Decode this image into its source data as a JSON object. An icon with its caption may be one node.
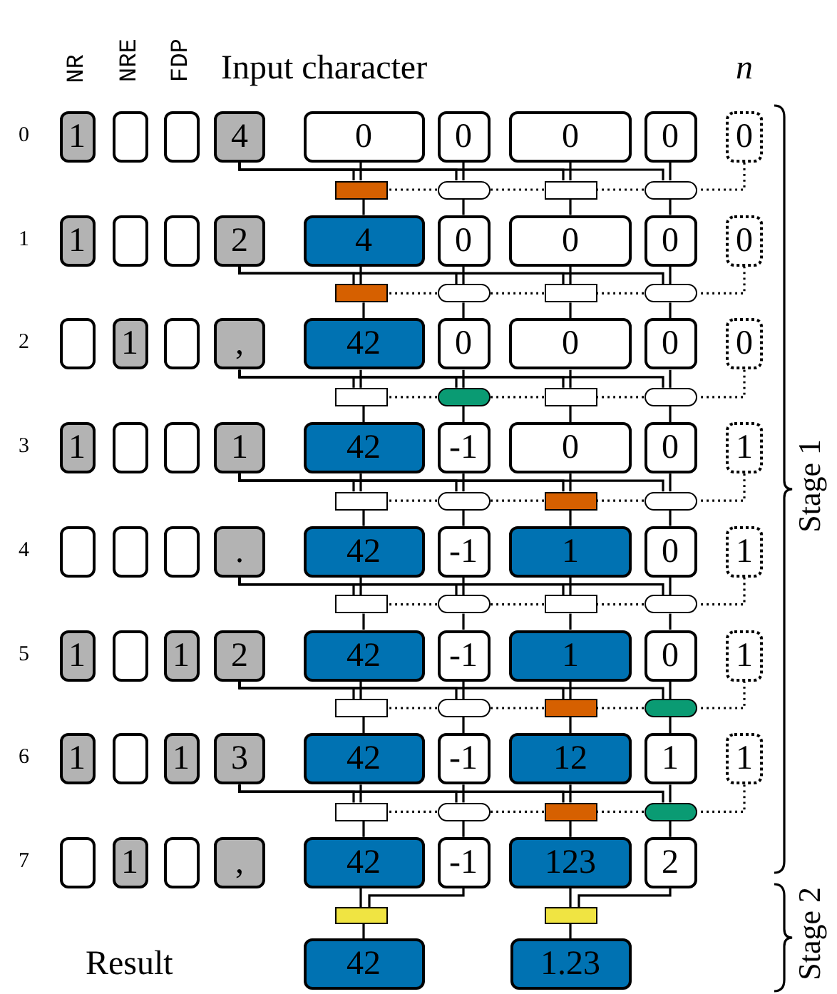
{
  "diagram": {
    "nodes": [
      {
        "text": [
          "1"
        ]
      },
      {
        "text": [],
        "shape": "box"
      },
      {
        "text": [],
        "shape": "box"
      },
      {
        "text": [
          "4"
        ]
      },
      {
        "text": [
          "0"
        ]
      },
      {
        "text": [
          "0"
        ]
      },
      {
        "text": [
          "0"
        ]
      },
      {
        "text": [
          "0"
        ]
      },
      {
        "text": [
          "0"
        ]
      },
      {
        "text": [],
        "shape": "box"
      },
      {
        "text": [],
        "shape": "pill"
      },
      {
        "text": [],
        "shape": "box"
      },
      {
        "text": [],
        "shape": "pill"
      },
      {
        "text": [
          "1"
        ]
      },
      {
        "text": [],
        "shape": "box"
      },
      {
        "text": [],
        "shape": "box"
      },
      {
        "text": [
          "2"
        ]
      },
      {
        "text": [
          "4"
        ]
      },
      {
        "text": [
          "0"
        ]
      },
      {
        "text": [
          "0"
        ]
      },
      {
        "text": [
          "0"
        ]
      },
      {
        "text": [
          "0"
        ]
      },
      {
        "text": [],
        "shape": "box"
      },
      {
        "text": [],
        "shape": "pill"
      },
      {
        "text": [],
        "shape": "box"
      },
      {
        "text": [],
        "shape": "pill"
      },
      {
        "text": [],
        "shape": "box"
      },
      {
        "text": [
          "1"
        ]
      },
      {
        "text": [],
        "shape": "box"
      },
      {
        "text": [
          ","
        ]
      },
      {
        "text": [
          "42"
        ]
      },
      {
        "text": [
          "0"
        ]
      },
      {
        "text": [
          "0"
        ]
      },
      {
        "text": [
          "0"
        ]
      },
      {
        "text": [
          "0"
        ]
      },
      {
        "text": [],
        "shape": "box"
      },
      {
        "text": [],
        "shape": "pill"
      },
      {
        "text": [],
        "shape": "box"
      },
      {
        "text": [],
        "shape": "pill"
      },
      {
        "text": [
          "1"
        ]
      },
      {
        "text": [],
        "shape": "box"
      },
      {
        "text": [],
        "shape": "box"
      },
      {
        "text": [
          "1"
        ]
      },
      {
        "text": [
          "42"
        ]
      },
      {
        "text": [
          "-1"
        ]
      },
      {
        "text": [
          "0"
        ]
      },
      {
        "text": [
          "0"
        ]
      },
      {
        "text": [
          "1"
        ]
      },
      {
        "text": [],
        "shape": "box"
      },
      {
        "text": [],
        "shape": "pill"
      },
      {
        "text": [],
        "shape": "box"
      },
      {
        "text": [],
        "shape": "pill"
      },
      {
        "text": [],
        "shape": "box"
      },
      {
        "text": [],
        "shape": "box"
      },
      {
        "text": [],
        "shape": "box"
      },
      {
        "text": [
          "."
        ]
      },
      {
        "text": [
          "42"
        ]
      },
      {
        "text": [
          "-1"
        ]
      },
      {
        "text": [
          "1"
        ]
      },
      {
        "text": [
          "0"
        ]
      },
      {
        "text": [
          "1"
        ]
      },
      {
        "text": [],
        "shape": "box"
      },
      {
        "text": [],
        "shape": "pill"
      },
      {
        "text": [],
        "shape": "box"
      },
      {
        "text": [],
        "shape": "pill"
      },
      {
        "text": [
          "1"
        ]
      },
      {
        "text": [],
        "shape": "box"
      },
      {
        "text": [
          "1"
        ]
      },
      {
        "text": [
          "2"
        ]
      },
      {
        "text": [
          "42"
        ]
      },
      {
        "text": [
          "-1"
        ]
      },
      {
        "text": [
          "1"
        ]
      },
      {
        "text": [
          "0"
        ]
      },
      {
        "text": [
          "1"
        ]
      },
      {
        "text": [],
        "shape": "box"
      },
      {
        "text": [],
        "shape": "pill"
      },
      {
        "text": [],
        "shape": "box"
      },
      {
        "text": [],
        "shape": "pill"
      },
      {
        "text": [
          "1"
        ]
      },
      {
        "text": [],
        "shape": "box"
      },
      {
        "text": [
          "1"
        ]
      },
      {
        "text": [
          "3"
        ]
      },
      {
        "text": [
          "42"
        ]
      },
      {
        "text": [
          "-1"
        ]
      },
      {
        "text": [
          "12"
        ]
      },
      {
        "text": [
          "1"
        ]
      },
      {
        "text": [
          "1"
        ]
      },
      {
        "text": [],
        "shape": "box"
      },
      {
        "text": [],
        "shape": "pill"
      },
      {
        "text": [],
        "shape": "box"
      },
      {
        "text": [],
        "shape": "pill"
      },
      {
        "text": [],
        "shape": "box"
      },
      {
        "text": [
          "1"
        ]
      },
      {
        "text": [],
        "shape": "box"
      },
      {
        "text": [
          ","
        ]
      },
      {
        "text": [
          "42"
        ]
      },
      {
        "text": [
          "-1"
        ]
      },
      {
        "text": [
          "123"
        ]
      },
      {
        "text": [
          "2"
        ]
      },
      {
        "text": [],
        "shape": "box"
      },
      {
        "text": [],
        "shape": "box"
      },
      {
        "text": [
          "42"
        ]
      },
      {
        "text": [
          "1.23"
        ]
      }
    ],
    "edges": [
      {
        "from": 4,
        "to": 9,
        "arrow": "none"
      },
      {
        "from": 9,
        "to": 17,
        "arrow": "none"
      },
      {
        "from": 5,
        "to": 10,
        "arrow": "none"
      },
      {
        "from": 10,
        "to": 18,
        "arrow": "none"
      },
      {
        "from": 6,
        "to": 11,
        "arrow": "none"
      },
      {
        "from": 11,
        "to": 19,
        "arrow": "none"
      },
      {
        "from": 7,
        "to": 12,
        "arrow": "none"
      },
      {
        "from": 12,
        "to": 20,
        "arrow": "none"
      },
      {
        "from": 3,
        "to": 9,
        "arrow": "none"
      },
      {
        "from": 3,
        "to": 10,
        "arrow": "none"
      },
      {
        "from": 3,
        "to": 11,
        "arrow": "none"
      },
      {
        "from": 3,
        "to": 12,
        "arrow": "none"
      },
      {
        "from": 8,
        "to": 12,
        "arrow": "none",
        "style": "dashed"
      },
      {
        "from": 12,
        "to": 11,
        "arrow": "none",
        "style": "dashed"
      },
      {
        "from": 11,
        "to": 10,
        "arrow": "none",
        "style": "dashed"
      },
      {
        "from": 10,
        "to": 9,
        "arrow": "none",
        "style": "dashed"
      },
      {
        "from": 17,
        "to": 22,
        "arrow": "none"
      },
      {
        "from": 22,
        "to": 30,
        "arrow": "none"
      },
      {
        "from": 18,
        "to": 23,
        "arrow": "none"
      },
      {
        "from": 23,
        "to": 31,
        "arrow": "none"
      },
      {
        "from": 19,
        "to": 24,
        "arrow": "none"
      },
      {
        "from": 24,
        "to": 32,
        "arrow": "none"
      },
      {
        "from": 20,
        "to": 25,
        "arrow": "none"
      },
      {
        "from": 25,
        "to": 33,
        "arrow": "none"
      },
      {
        "from": 16,
        "to": 22,
        "arrow": "none"
      },
      {
        "from": 16,
        "to": 23,
        "arrow": "none"
      },
      {
        "from": 16,
        "to": 24,
        "arrow": "none"
      },
      {
        "from": 16,
        "to": 25,
        "arrow": "none"
      },
      {
        "from": 21,
        "to": 25,
        "arrow": "none",
        "style": "dashed"
      },
      {
        "from": 25,
        "to": 24,
        "arrow": "none",
        "style": "dashed"
      },
      {
        "from": 24,
        "to": 23,
        "arrow": "none",
        "style": "dashed"
      },
      {
        "from": 23,
        "to": 22,
        "arrow": "none",
        "style": "dashed"
      },
      {
        "from": 30,
        "to": 35,
        "arrow": "none"
      },
      {
        "from": 35,
        "to": 43,
        "arrow": "none"
      },
      {
        "from": 31,
        "to": 36,
        "arrow": "none"
      },
      {
        "from": 36,
        "to": 44,
        "arrow": "none"
      },
      {
        "from": 32,
        "to": 37,
        "arrow": "none"
      },
      {
        "from": 37,
        "to": 45,
        "arrow": "none"
      },
      {
        "from": 33,
        "to": 38,
        "arrow": "none"
      },
      {
        "from": 38,
        "to": 46,
        "arrow": "none"
      },
      {
        "from": 29,
        "to": 35,
        "arrow": "none"
      },
      {
        "from": 29,
        "to": 36,
        "arrow": "none"
      },
      {
        "from": 29,
        "to": 37,
        "arrow": "none"
      },
      {
        "from": 29,
        "to": 38,
        "arrow": "none"
      },
      {
        "from": 34,
        "to": 38,
        "arrow": "none",
        "style": "dashed"
      },
      {
        "from": 38,
        "to": 37,
        "arrow": "none",
        "style": "dashed"
      },
      {
        "from": 37,
        "to": 36,
        "arrow": "none",
        "style": "dashed"
      },
      {
        "from": 36,
        "to": 35,
        "arrow": "none",
        "style": "dashed"
      },
      {
        "from": 43,
        "to": 48,
        "arrow": "none"
      },
      {
        "from": 48,
        "to": 56,
        "arrow": "none"
      },
      {
        "from": 44,
        "to": 49,
        "arrow": "none"
      },
      {
        "from": 49,
        "to": 57,
        "arrow": "none"
      },
      {
        "from": 45,
        "to": 50,
        "arrow": "none"
      },
      {
        "from": 50,
        "to": 58,
        "arrow": "none"
      },
      {
        "from": 46,
        "to": 51,
        "arrow": "none"
      },
      {
        "from": 51,
        "to": 59,
        "arrow": "none"
      },
      {
        "from": 42,
        "to": 48,
        "arrow": "none"
      },
      {
        "from": 42,
        "to": 49,
        "arrow": "none"
      },
      {
        "from": 42,
        "to": 50,
        "arrow": "none"
      },
      {
        "from": 42,
        "to": 51,
        "arrow": "none"
      },
      {
        "from": 47,
        "to": 51,
        "arrow": "none",
        "style": "dashed"
      },
      {
        "from": 51,
        "to": 50,
        "arrow": "none",
        "style": "dashed"
      },
      {
        "from": 50,
        "to": 49,
        "arrow": "none",
        "style": "dashed"
      },
      {
        "from": 49,
        "to": 48,
        "arrow": "none",
        "style": "dashed"
      },
      {
        "from": 56,
        "to": 61,
        "arrow": "none"
      },
      {
        "from": 61,
        "to": 69,
        "arrow": "none"
      },
      {
        "from": 57,
        "to": 62,
        "arrow": "none"
      },
      {
        "from": 62,
        "to": 70,
        "arrow": "none"
      },
      {
        "from": 58,
        "to": 63,
        "arrow": "none"
      },
      {
        "from": 63,
        "to": 71,
        "arrow": "none"
      },
      {
        "from": 59,
        "to": 64,
        "arrow": "none"
      },
      {
        "from": 64,
        "to": 72,
        "arrow": "none"
      },
      {
        "from": 55,
        "to": 61,
        "arrow": "none"
      },
      {
        "from": 55,
        "to": 62,
        "arrow": "none"
      },
      {
        "from": 55,
        "to": 63,
        "arrow": "none"
      },
      {
        "from": 55,
        "to": 64,
        "arrow": "none"
      },
      {
        "from": 60,
        "to": 64,
        "arrow": "none",
        "style": "dashed"
      },
      {
        "from": 64,
        "to": 63,
        "arrow": "none",
        "style": "dashed"
      },
      {
        "from": 63,
        "to": 62,
        "arrow": "none",
        "style": "dashed"
      },
      {
        "from": 62,
        "to": 61,
        "arrow": "none",
        "style": "dashed"
      },
      {
        "from": 69,
        "to": 74,
        "arrow": "none"
      },
      {
        "from": 74,
        "to": 82,
        "arrow": "none"
      },
      {
        "from": 70,
        "to": 75,
        "arrow": "none"
      },
      {
        "from": 75,
        "to": 83,
        "arrow": "none"
      },
      {
        "from": 71,
        "to": 76,
        "arrow": "none"
      },
      {
        "from": 76,
        "to": 84,
        "arrow": "none"
      },
      {
        "from": 72,
        "to": 77,
        "arrow": "none"
      },
      {
        "from": 77,
        "to": 85,
        "arrow": "none"
      },
      {
        "from": 68,
        "to": 74,
        "arrow": "none"
      },
      {
        "from": 68,
        "to": 75,
        "arrow": "none"
      },
      {
        "from": 68,
        "to": 76,
        "arrow": "none"
      },
      {
        "from": 68,
        "to": 77,
        "arrow": "none"
      },
      {
        "from": 73,
        "to": 77,
        "arrow": "none",
        "style": "dashed"
      },
      {
        "from": 77,
        "to": 76,
        "arrow": "none",
        "style": "dashed"
      },
      {
        "from": 76,
        "to": 75,
        "arrow": "none",
        "style": "dashed"
      },
      {
        "from": 75,
        "to": 74,
        "arrow": "none",
        "style": "dashed"
      },
      {
        "from": 82,
        "to": 87,
        "arrow": "none"
      },
      {
        "from": 87,
        "to": 95,
        "arrow": "none"
      },
      {
        "from": 83,
        "to": 88,
        "arrow": "none"
      },
      {
        "from": 88,
        "to": 96,
        "arrow": "none"
      },
      {
        "from": 84,
        "to": 89,
        "arrow": "none"
      },
      {
        "from": 89,
        "to": 97,
        "arrow": "none"
      },
      {
        "from": 85,
        "to": 90,
        "arrow": "none"
      },
      {
        "from": 90,
        "to": 98,
        "arrow": "none"
      },
      {
        "from": 81,
        "to": 87,
        "arrow": "none"
      },
      {
        "from": 81,
        "to": 88,
        "arrow": "none"
      },
      {
        "from": 81,
        "to": 89,
        "arrow": "none"
      },
      {
        "from": 81,
        "to": 90,
        "arrow": "none"
      },
      {
        "from": 86,
        "to": 90,
        "arrow": "none",
        "style": "dashed"
      },
      {
        "from": 90,
        "to": 89,
        "arrow": "none",
        "style": "dashed"
      },
      {
        "from": 89,
        "to": 88,
        "arrow": "none",
        "style": "dashed"
      },
      {
        "from": 88,
        "to": 87,
        "arrow": "none",
        "style": "dashed"
      },
      {
        "from": 95,
        "to": 99,
        "arrow": "none"
      },
      {
        "from": 96,
        "to": 99,
        "arrow": "none"
      },
      {
        "from": 99,
        "to": 101,
        "arrow": "none"
      },
      {
        "from": 97,
        "to": 100,
        "arrow": "none"
      },
      {
        "from": 98,
        "to": 100,
        "arrow": "none"
      },
      {
        "from": 100,
        "to": 102,
        "arrow": "none"
      }
    ],
    "labels": [
      "NR",
      "NRE",
      "FDP",
      "Input character",
      "n",
      "0",
      "1",
      "2",
      "3",
      "4",
      "5",
      "6",
      "7",
      "Result",
      "Stage 1",
      "Stage 2"
    ]
  }
}
